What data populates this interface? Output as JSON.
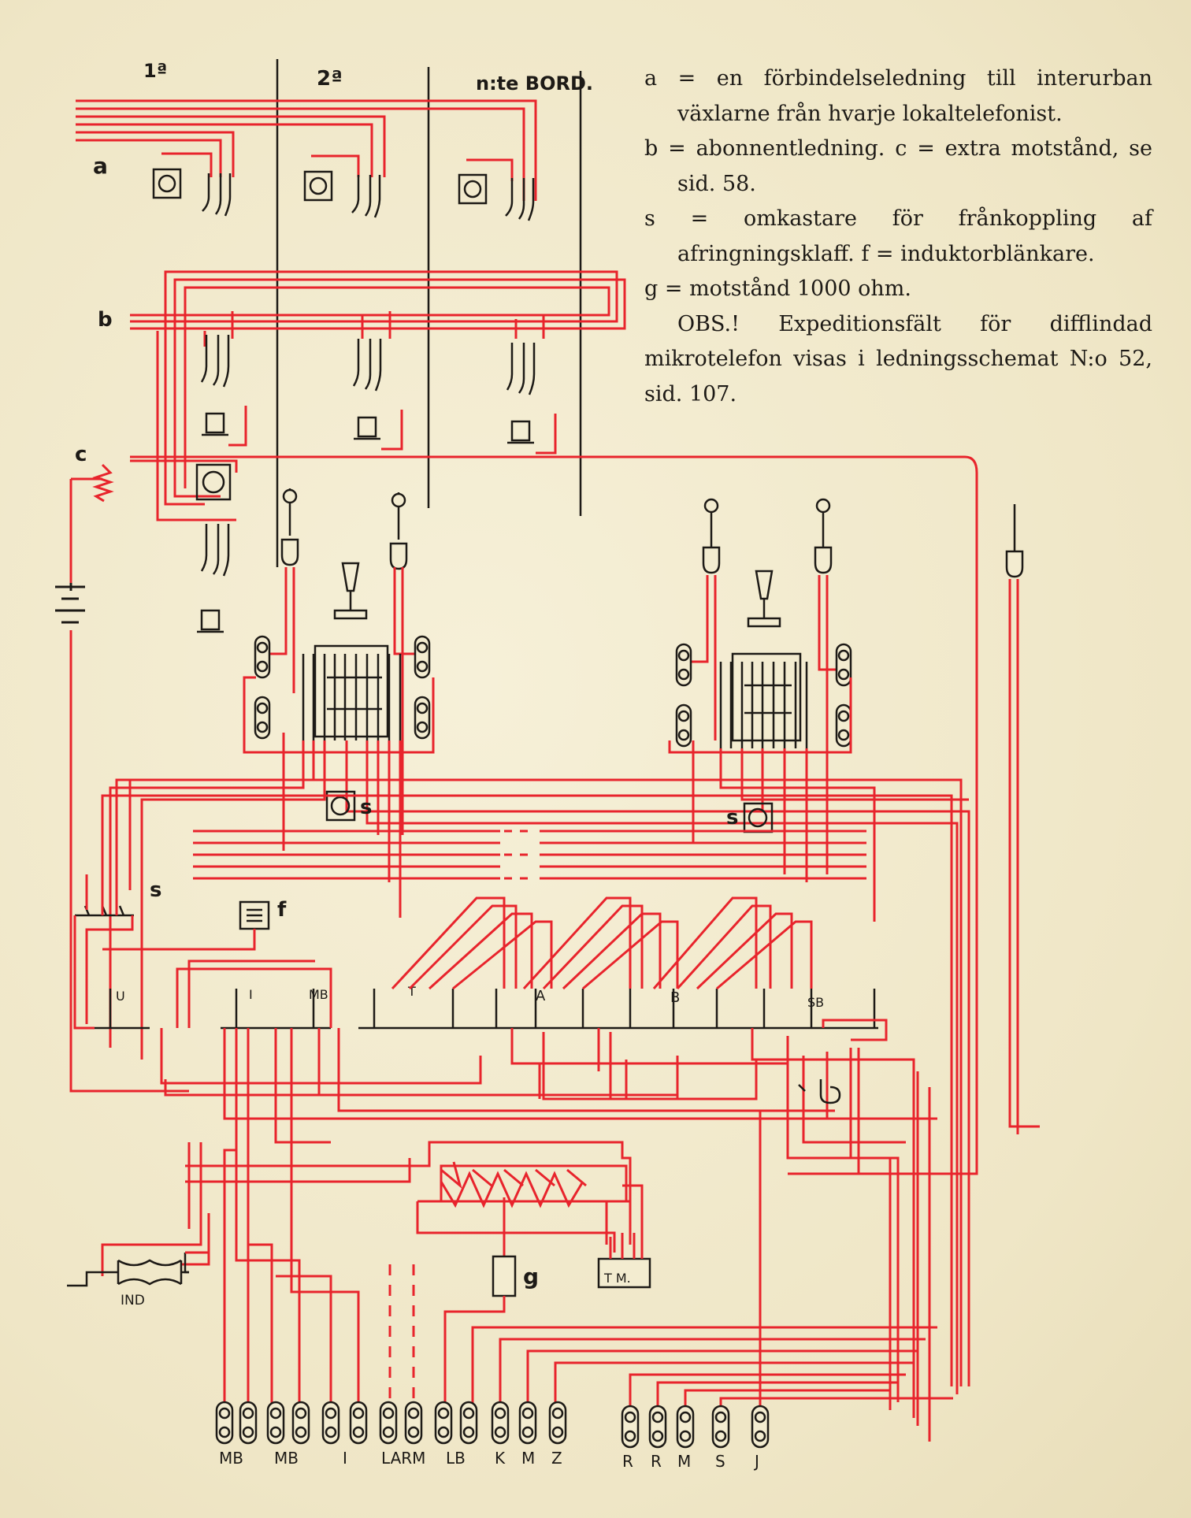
{
  "header": {
    "board_1": "1ª",
    "board_2": "2ª",
    "board_n": "n:te BORD."
  },
  "legend": {
    "line_a": "a = en förbindelseledning till interurban växlarne från hvarje lokaltelefonist.",
    "line_b": "b = abonnentledning.",
    "line_c": "c = extra motstånd, se sid. 58.",
    "line_s": "s = omkastare för frånkoppling af afringningsklaff.",
    "line_f": "f = induktorblänkare.",
    "line_g": "g = motstånd 1000 ohm.",
    "note": "OBS.! Expeditionsfält för difflindad mikrotelefon visas i ledningsschemat N:o 52, sid. 107."
  },
  "diagram_labels": {
    "a": "a",
    "b": "b",
    "c": "c",
    "s": "s",
    "f": "f",
    "g": "g",
    "ind": "IND",
    "tm": "T M.",
    "key_u": "U",
    "key_i": "I",
    "key_mb": "MB",
    "key_t": "T",
    "key_a": "A",
    "key_b": "B",
    "key_sb": "SB"
  },
  "terminals_left": [
    "MB",
    "MB",
    "I",
    "LARM",
    "LB",
    "K",
    "M",
    "Z"
  ],
  "terminals_right": [
    "R",
    "R",
    "M",
    "S",
    "J"
  ],
  "colors": {
    "wire": "#e8242c",
    "ink": "#1d1a16",
    "paper": "#f3ecd0"
  }
}
